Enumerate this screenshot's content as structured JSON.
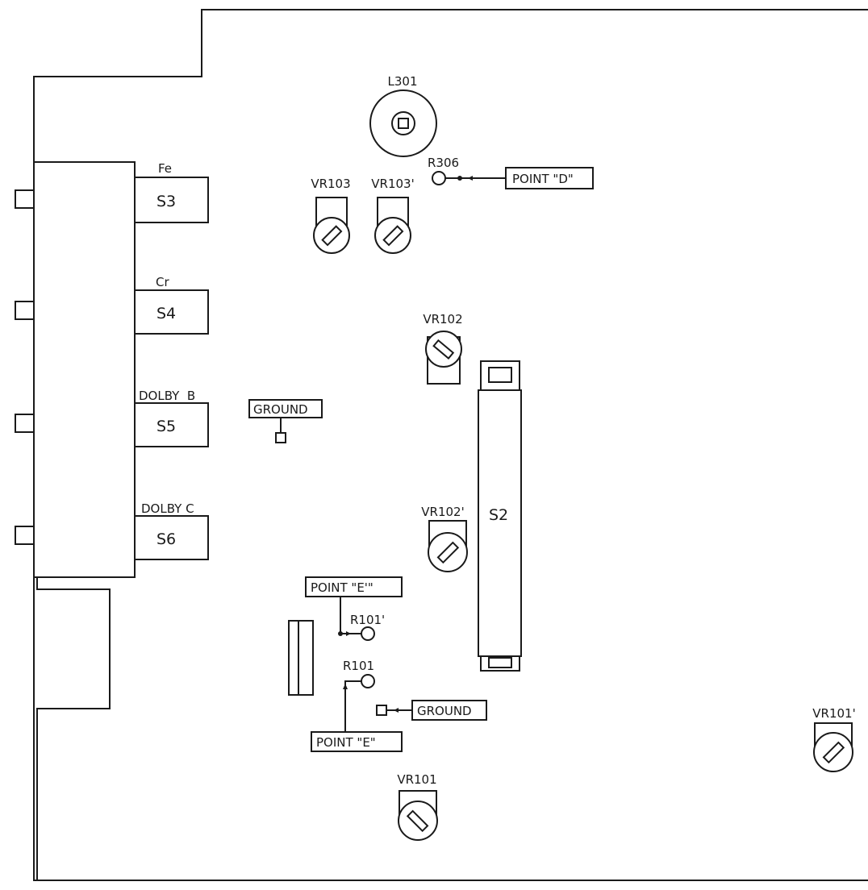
{
  "labels": {
    "l301": "L301",
    "r306": "R306",
    "point_d": "POINT \"D\"",
    "vr103": "VR103",
    "vr103p": "VR103'",
    "fe": "Fe",
    "s3": "S3",
    "cr": "Cr",
    "s4": "S4",
    "dolby_b": "DOLBY  B",
    "s5": "S5",
    "dolby_c": "DOLBY C",
    "s6": "S6",
    "ground_top": "GROUND",
    "vr102": "VR102",
    "vr102p": "VR102'",
    "s2": "S2",
    "point_ep": "POINT \"E'\"",
    "r101p": "R101'",
    "r101": "R101",
    "ground_bottom": "GROUND",
    "point_e": "POINT \"E\"",
    "vr101": "VR101",
    "vr101p": "VR101'"
  }
}
